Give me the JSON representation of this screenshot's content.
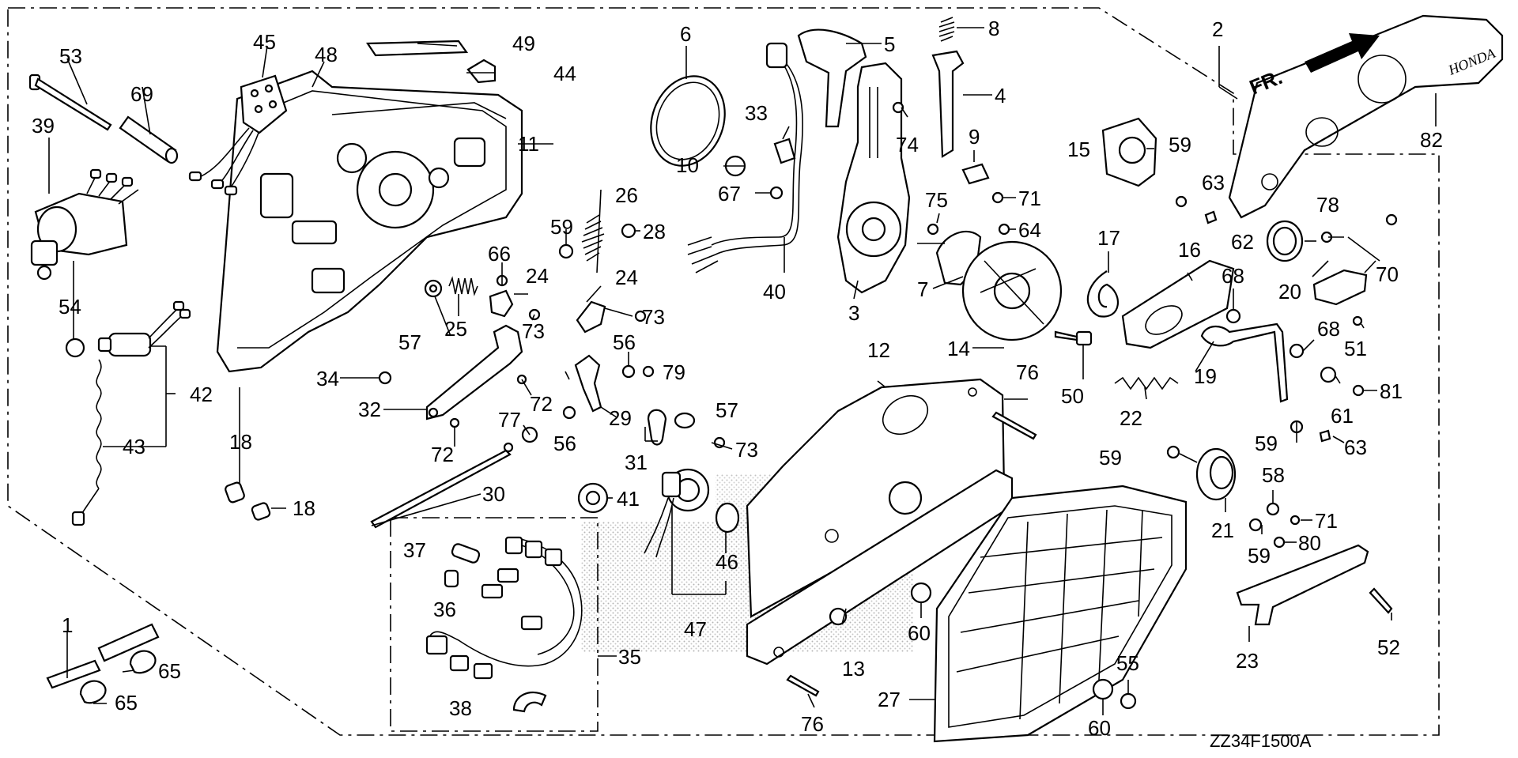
{
  "diagram_code": "ZZ34F1500A",
  "front_marker": "FR.",
  "brand_text": "HONDA",
  "part_labels": [
    "1",
    "2",
    "3",
    "4",
    "5",
    "6",
    "7",
    "8",
    "9",
    "10",
    "11",
    "12",
    "13",
    "14",
    "15",
    "16",
    "17",
    "18",
    "19",
    "20",
    "21",
    "22",
    "23",
    "24",
    "25",
    "26",
    "27",
    "28",
    "29",
    "30",
    "31",
    "32",
    "33",
    "34",
    "35",
    "36",
    "37",
    "38",
    "39",
    "40",
    "41",
    "42",
    "43",
    "44",
    "45",
    "46",
    "47",
    "48",
    "49",
    "50",
    "51",
    "52",
    "53",
    "54",
    "55",
    "56",
    "57",
    "58",
    "59",
    "60",
    "61",
    "62",
    "63",
    "64",
    "65",
    "66",
    "67",
    "68",
    "69",
    "70",
    "71",
    "72",
    "73",
    "74",
    "75",
    "76",
    "77",
    "78",
    "79",
    "80",
    "81",
    "82"
  ]
}
